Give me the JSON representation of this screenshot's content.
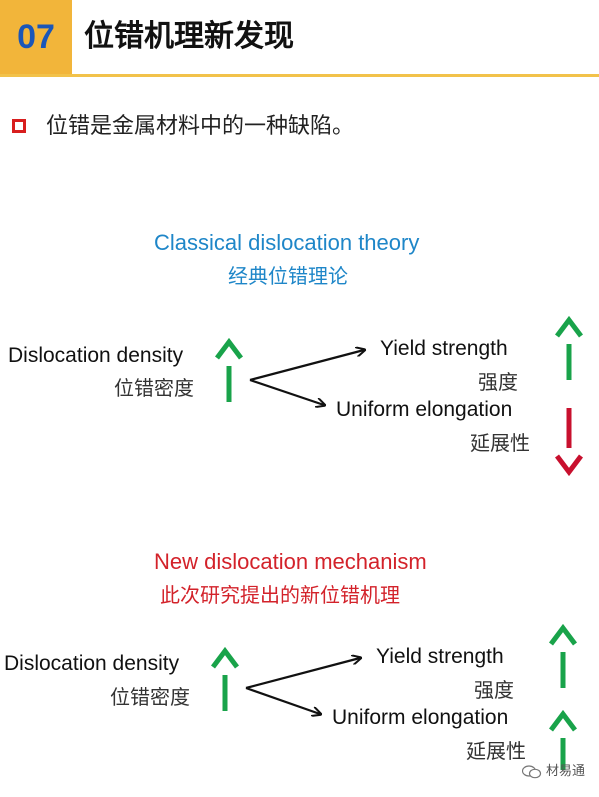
{
  "header": {
    "number": "07",
    "title": "位错机理新发现"
  },
  "bullet": {
    "text": "位错是金属材料中的一种缺陷。"
  },
  "classical": {
    "title_en": "Classical dislocation theory",
    "title_zh": "经典位错理论",
    "title_color": "#1e86c8",
    "source_en": "Dislocation density",
    "source_zh": "位错密度",
    "source_trend": "up",
    "targets": [
      {
        "en": "Yield strength",
        "zh": "强度",
        "trend": "up"
      },
      {
        "en": "Uniform elongation",
        "zh": "延展性",
        "trend": "down"
      }
    ]
  },
  "newmech": {
    "title_en": "New dislocation mechanism",
    "title_zh": "此次研究提出的新位错机理",
    "title_color": "#d3222a",
    "source_en": "Dislocation density",
    "source_zh": "位错密度",
    "source_trend": "up",
    "targets": [
      {
        "en": "Yield strength",
        "zh": "强度",
        "trend": "up"
      },
      {
        "en": "Uniform elongation",
        "zh": "延展性",
        "trend": "up"
      }
    ]
  },
  "colors": {
    "up_arrow": "#19a34a",
    "down_arrow": "#c8102e",
    "header_accent": "#f2b53a",
    "header_number": "#1a56b8"
  },
  "watermark": {
    "text": "材易通",
    "icon": "wechat-icon"
  }
}
